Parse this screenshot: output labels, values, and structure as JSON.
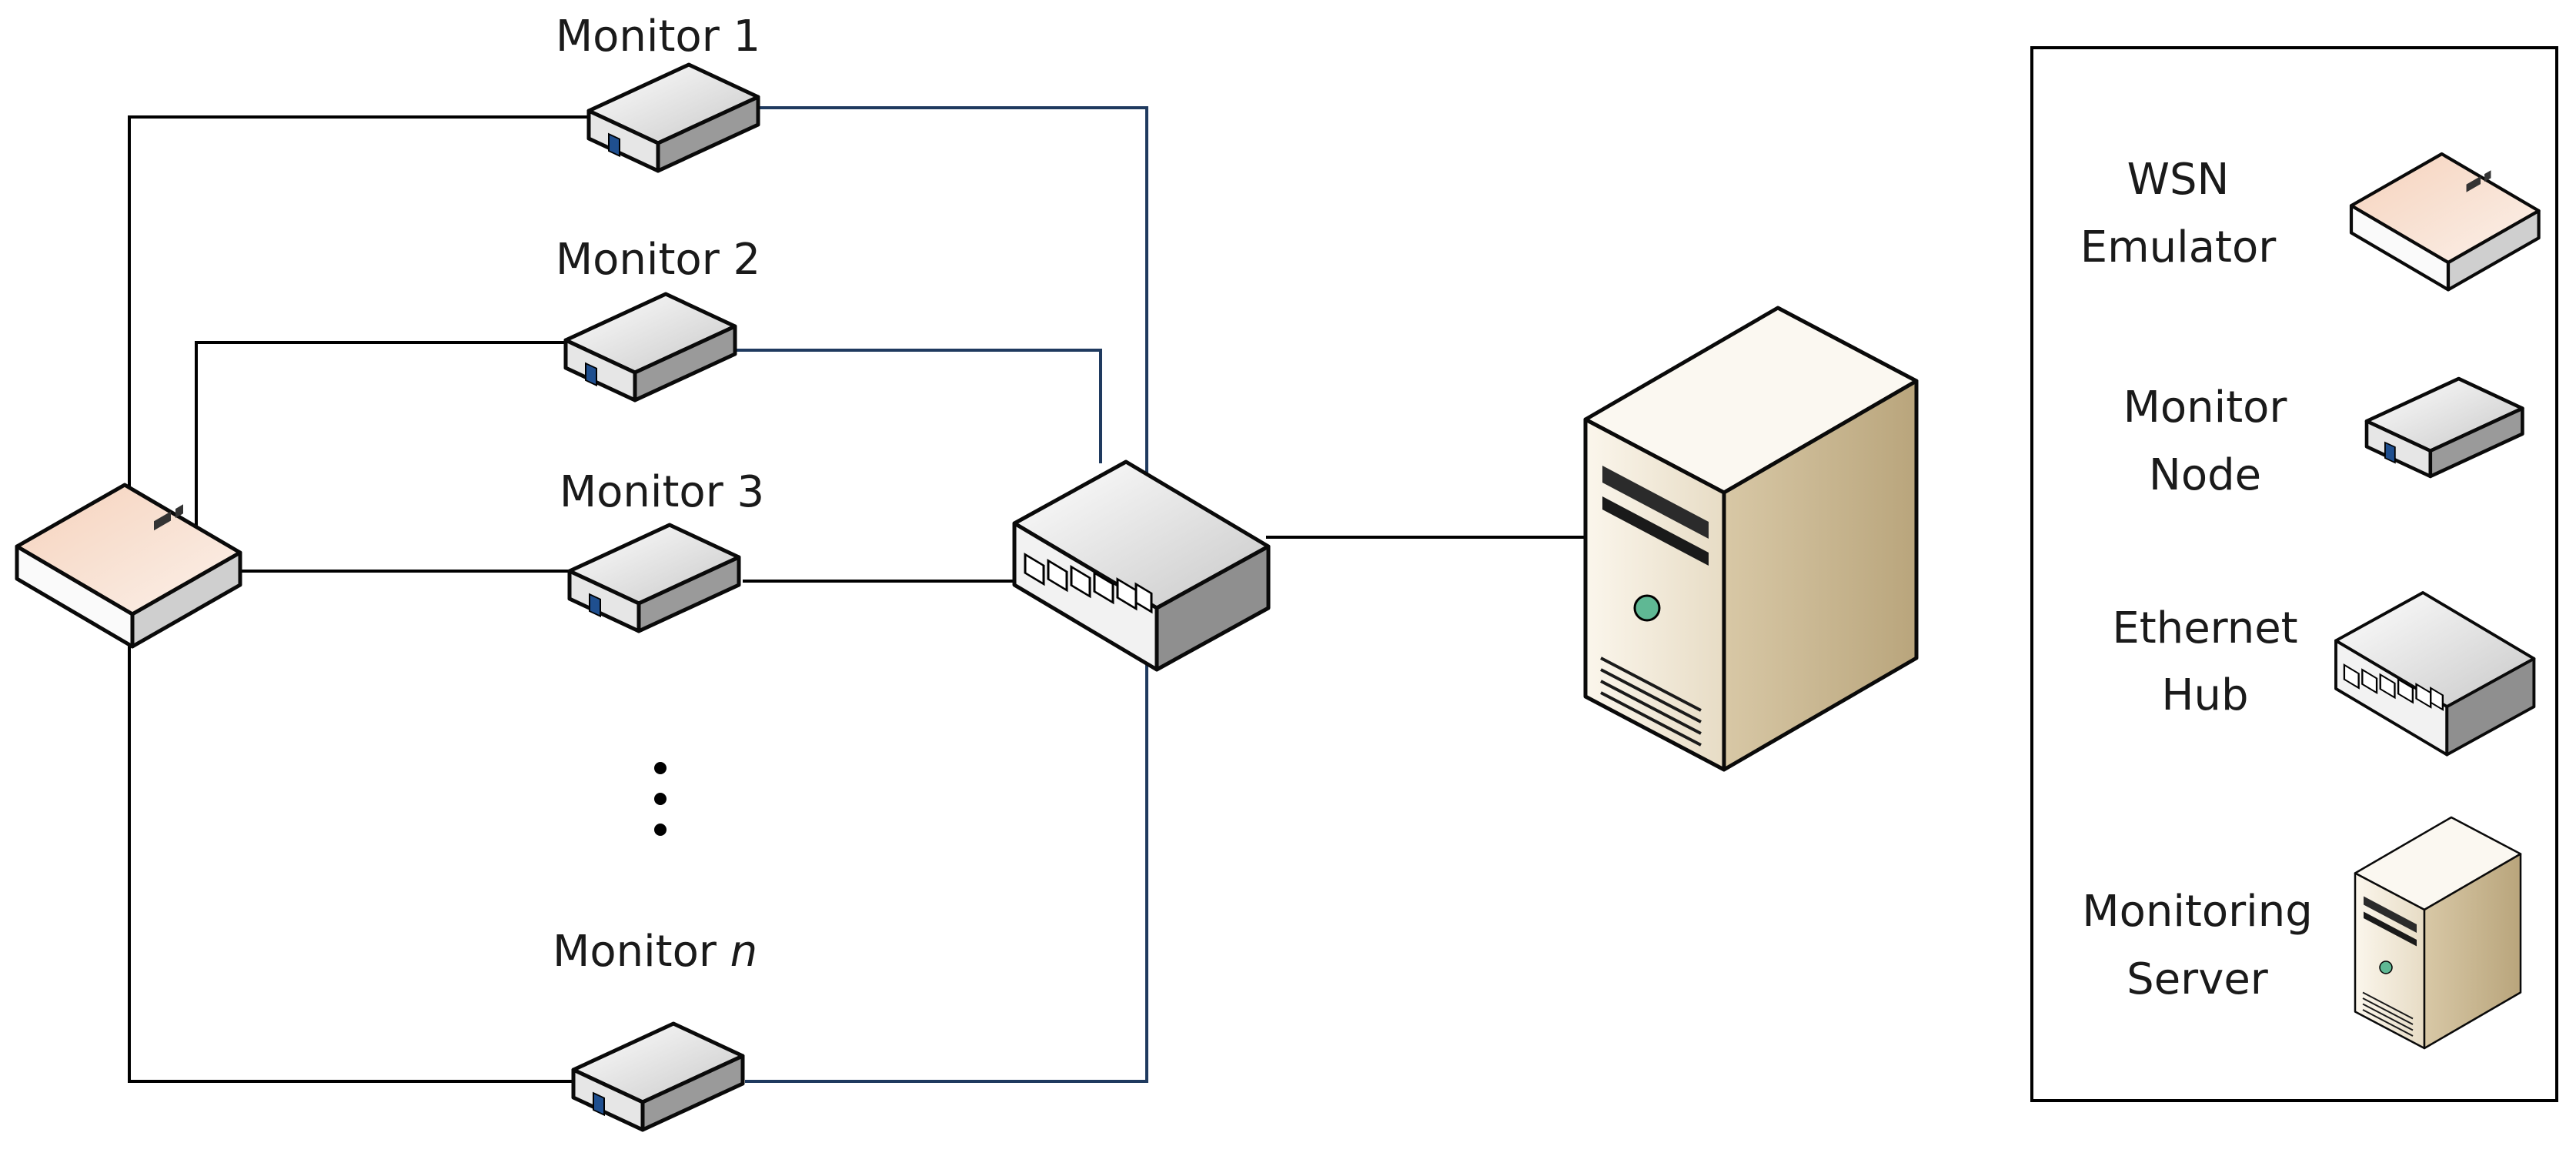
{
  "labels": {
    "monitor_1_pre": "Monitor 1",
    "monitor_2_pre": "Monitor 2",
    "monitor_3_pre": "Monitor 3",
    "monitor_n_pre": "Monitor ",
    "monitor_n_var": "n",
    "ellipsis": "⋮"
  },
  "legend": {
    "wsn_line1": "WSN",
    "wsn_line2": "Emulator",
    "monitor_line1": "Monitor",
    "monitor_line2": "Node",
    "hub_line1": "Ethernet",
    "hub_line2": "Hub",
    "server_line1": "Monitoring",
    "server_line2": "Server"
  },
  "colors": {
    "wire_black": "#000000",
    "wire_navy": "#1f3a5f",
    "device_gray": "#d9d9d9",
    "wsn_peach": "#f4d6c4",
    "server_beige": "#d6c7a6",
    "server_led": "#5fb894"
  }
}
